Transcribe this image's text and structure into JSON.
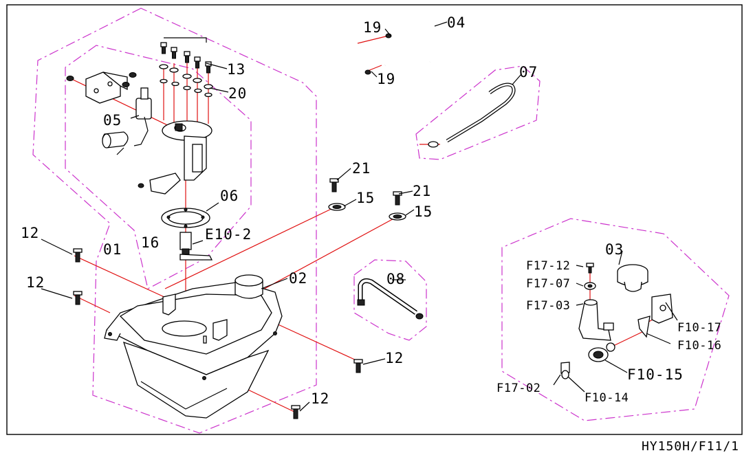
{
  "document_code": "HY150H/F11/1",
  "callouts": {
    "p01": "01",
    "p02": "02",
    "p03": "03",
    "p04": "04",
    "p05": "05",
    "p06": "06",
    "p07": "07",
    "p08": "08",
    "p12a": "12",
    "p12b": "12",
    "p12c": "12",
    "p12d": "12",
    "p13": "13",
    "p15a": "15",
    "p15b": "15",
    "p16": "16",
    "p19a": "19",
    "p19b": "19",
    "p20": "20",
    "p21a": "21",
    "p21b": "21",
    "pE10_2": "E10-2",
    "pF17_12": "F17-12",
    "pF17_07": "F17-07",
    "pF17_03": "F17-03",
    "pF17_02": "F17-02",
    "pF10_17": "F10-17",
    "pF10_16": "F10-16",
    "pF10_15": "F10-15",
    "pF10_14": "F10-14"
  },
  "colors": {
    "group_outline": "#cc33cc",
    "assembly_line": "#e01010",
    "ink": "#000000"
  }
}
